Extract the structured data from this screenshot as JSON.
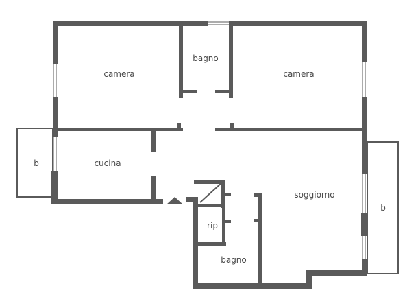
{
  "rooms": {
    "camera_left": "camera",
    "bagno_top": "bagno",
    "camera_right": "camera",
    "balcone_left": "b",
    "cucina": "cucina",
    "soggiorno": "soggiorno",
    "balcone_right": "b",
    "ripostiglio": "rip",
    "bagno_bottom": "bagno"
  },
  "colors": {
    "wall": "#5a5a5a",
    "label": "#4a4a4a",
    "background": "#ffffff"
  }
}
